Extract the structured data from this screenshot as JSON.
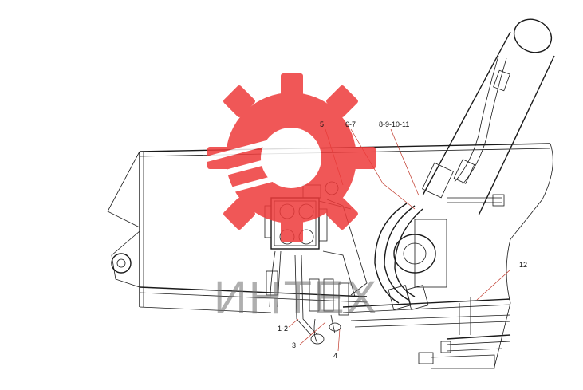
{
  "callouts": {
    "c5": "5",
    "c67": "6-7",
    "c811": "8-9-10-11",
    "c12": "12",
    "c12b": "1-2",
    "c3": "3",
    "c4": "4"
  },
  "watermark": {
    "text": "ИНТЕХ",
    "gear_color": "#ee3a3a",
    "text_color": "#6e6e6e"
  },
  "colors": {
    "line": "#1a1a1a",
    "leader": "#c0392b"
  }
}
